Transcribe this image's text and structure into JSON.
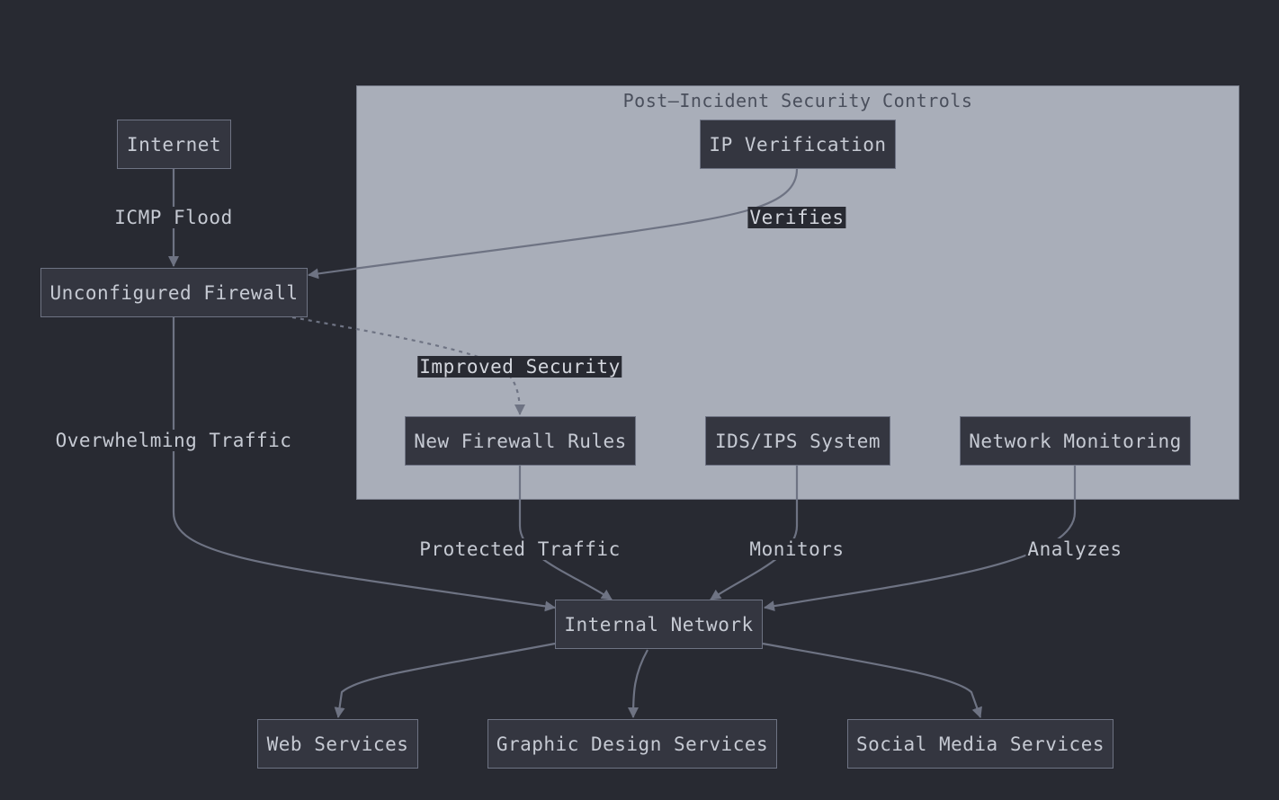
{
  "cluster": {
    "title": "Post–Incident Security Controls"
  },
  "nodes": {
    "internet": "Internet",
    "firewall": "Unconfigured Firewall",
    "ip_verification": "IP Verification",
    "new_firewall_rules": "New Firewall Rules",
    "ids_ips": "IDS/IPS System",
    "network_monitoring": "Network Monitoring",
    "internal_network": "Internal Network",
    "web_services": "Web Services",
    "graphic_design": "Graphic Design Services",
    "social_media": "Social Media Services"
  },
  "edges": {
    "icmp_flood": "ICMP Flood",
    "verifies": "Verifies",
    "improved_security": "Improved Security",
    "overwhelming_traffic": "Overwhelming Traffic",
    "protected_traffic": "Protected Traffic",
    "monitors": "Monitors",
    "analyzes": "Analyzes"
  },
  "colors": {
    "background": "#282a32",
    "cluster_fill": "#a9aeb9",
    "node_fill": "#343640",
    "edge": "#6e7383",
    "text": "#c6cad3"
  }
}
